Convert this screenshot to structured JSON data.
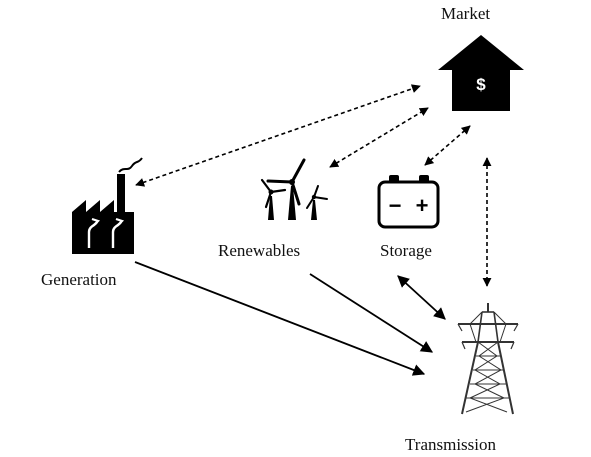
{
  "nodes": {
    "market": {
      "label": "Market",
      "icon": "house-dollar-icon",
      "symbol": "$"
    },
    "generation": {
      "label": "Generation",
      "icon": "factory-icon"
    },
    "renewables": {
      "label": "Renewables",
      "icon": "wind-turbine-icon"
    },
    "storage": {
      "label": "Storage",
      "icon": "battery-icon",
      "minus": "−",
      "plus": "+"
    },
    "transmission": {
      "label": "Transmission",
      "icon": "transmission-tower-icon"
    }
  },
  "edges": [
    {
      "from": "generation",
      "to": "market",
      "style": "dashed",
      "direction": "both"
    },
    {
      "from": "renewables",
      "to": "market",
      "style": "dashed",
      "direction": "both"
    },
    {
      "from": "storage",
      "to": "market",
      "style": "dashed",
      "direction": "both"
    },
    {
      "from": "market",
      "to": "transmission",
      "style": "dashed",
      "direction": "both"
    },
    {
      "from": "generation",
      "to": "transmission",
      "style": "solid",
      "direction": "forward"
    },
    {
      "from": "renewables",
      "to": "transmission",
      "style": "solid",
      "direction": "forward"
    },
    {
      "from": "storage",
      "to": "transmission",
      "style": "solid",
      "direction": "both"
    }
  ],
  "colors": {
    "ink": "#000000",
    "icon_fill": "#000000",
    "icon_text": "#ffffff"
  }
}
